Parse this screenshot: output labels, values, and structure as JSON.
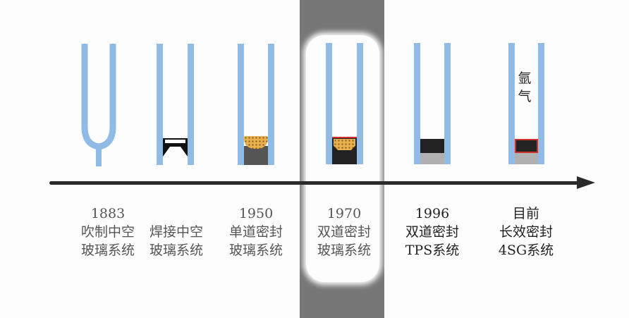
{
  "diagram": {
    "type": "timeline",
    "title": "",
    "highlighted_index": 3,
    "colors": {
      "glass": "#8fbbe6",
      "axis": "#2a2a2a",
      "highlight_band": "#777777",
      "desiccant": "#e8b04e",
      "butyl_edge": "#d0302a",
      "sealant_dark": "#222222",
      "sealant_grey": "#555555",
      "spacer_grey": "#b0b0b0"
    },
    "stages": [
      {
        "year": "1883",
        "line1": "吹制中空",
        "line2": "玻璃系统",
        "icon": "blown-glass-unit-icon"
      },
      {
        "year": "",
        "line1": "焊接中空",
        "line2": "玻璃系统",
        "icon": "welded-glass-unit-icon"
      },
      {
        "year": "1950",
        "line1": "单道密封",
        "line2": "玻璃系统",
        "icon": "single-seal-unit-icon"
      },
      {
        "year": "1970",
        "line1": "双道密封",
        "line2": "玻璃系统",
        "icon": "double-seal-unit-icon"
      },
      {
        "year": "1996",
        "line1": "双道密封",
        "line2": "TPS系统",
        "icon": "tps-unit-icon"
      },
      {
        "year": "目前",
        "line1": "长效密封",
        "line2": "4SG系统",
        "icon": "4sg-unit-icon"
      }
    ],
    "gas_label_line1": "氩",
    "gas_label_line2": "气"
  }
}
